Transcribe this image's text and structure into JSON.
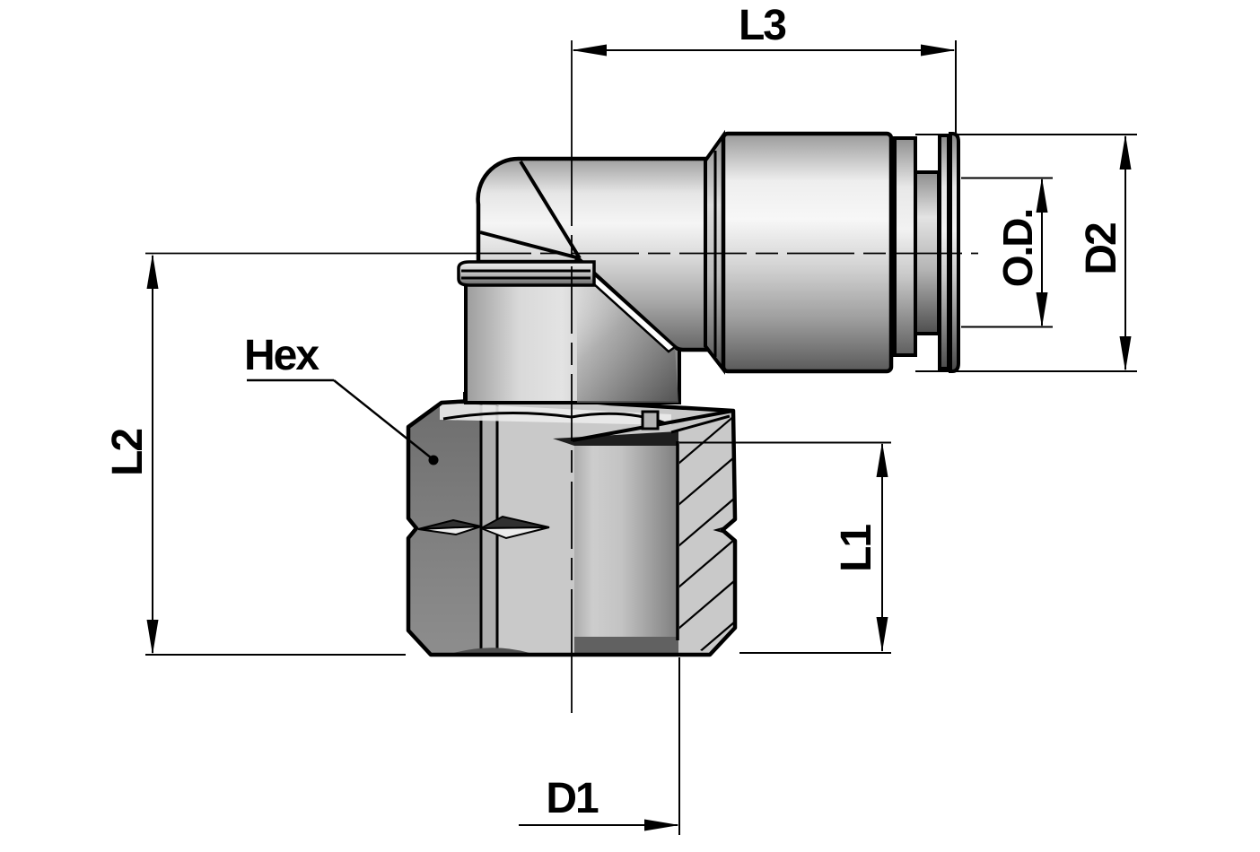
{
  "drawing": {
    "labels": {
      "l3": "L3",
      "od": "O.D.",
      "d2": "D2",
      "l2": "L2",
      "l1": "L1",
      "d1": "D1",
      "hex": "Hex"
    },
    "colors": {
      "background": "#ffffff",
      "line": "#000000",
      "metal_bright": "#f6f6f6",
      "metal_mid": "#c9c9c9",
      "metal_dark": "#5a5a5a",
      "hex_face_dark": "#7d7d7d",
      "hex_face_edge": "#aeaeae",
      "hex_face_light": "#c9c9c9",
      "bore_gray": "#a8a8a8"
    }
  }
}
